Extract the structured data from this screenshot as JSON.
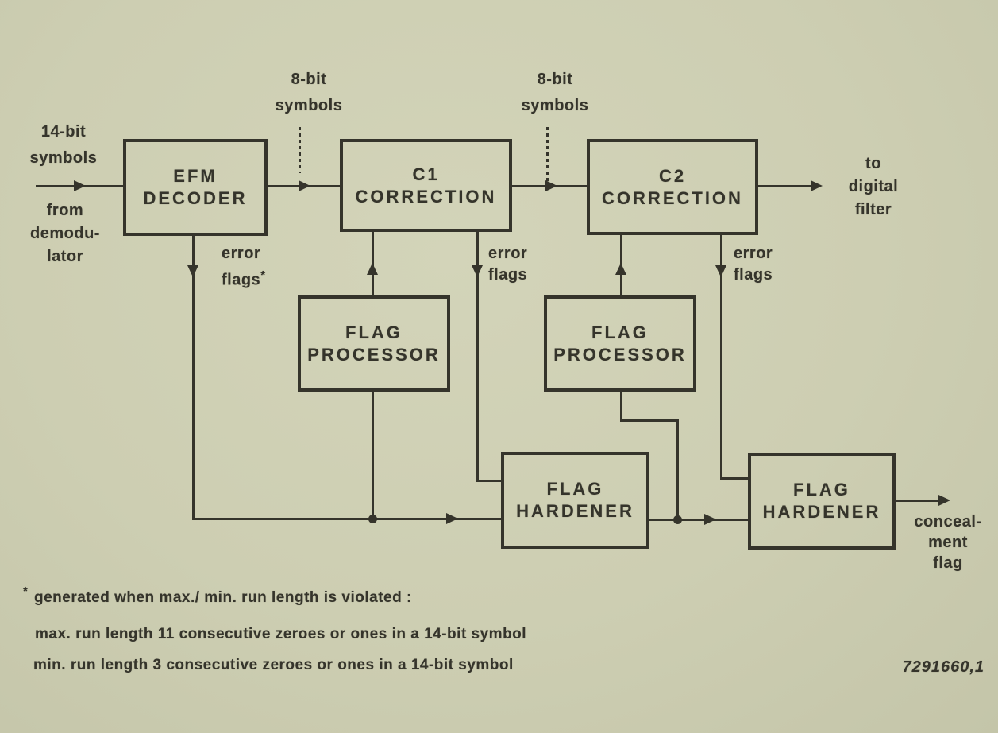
{
  "diagram": {
    "blocks": {
      "efm": {
        "line1": "EFM",
        "line2": "DECODER"
      },
      "c1": {
        "line1": "C1",
        "line2": "CORRECTION"
      },
      "c2": {
        "line1": "C2",
        "line2": "CORRECTION"
      },
      "fp1": {
        "line1": "FLAG",
        "line2": "PROCESSOR"
      },
      "fp2": {
        "line1": "FLAG",
        "line2": "PROCESSOR"
      },
      "fh1": {
        "line1": "FLAG",
        "line2": "HARDENER"
      },
      "fh2": {
        "line1": "FLAG",
        "line2": "HARDENER"
      }
    },
    "labels": {
      "input": {
        "line1": "14-bit",
        "line2": "symbols"
      },
      "source": {
        "line1": "from",
        "line2": "demodu-",
        "line3": "lator"
      },
      "bus1": {
        "line1": "8-bit",
        "line2": "symbols"
      },
      "bus2": {
        "line1": "8-bit",
        "line2": "symbols"
      },
      "efm_error": {
        "line1": "error",
        "line2": "flags",
        "marker": "*"
      },
      "c1_error": {
        "line1": "error",
        "line2": "flags"
      },
      "c2_error": {
        "line1": "error",
        "line2": "flags"
      },
      "output": {
        "line1": "to",
        "line2": "digital",
        "line3": "filter"
      },
      "concealment": {
        "line1": "conceal-",
        "line2": "ment",
        "line3": "flag"
      }
    },
    "footnote": {
      "marker": "*",
      "line1": "generated when max./ min. run length is violated :",
      "line2": "max. run length 11 consecutive zeroes or ones in a 14-bit symbol",
      "line3": "min. run length 3 consecutive zeroes or ones in a 14-bit symbol"
    },
    "figure_number": "7291660,1",
    "colors": {
      "background": "#cdceb2",
      "ink": "#35342b"
    }
  }
}
